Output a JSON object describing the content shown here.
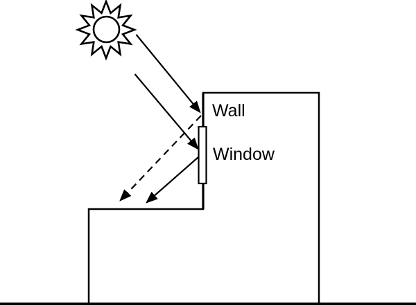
{
  "diagram": {
    "description": "Schematic of sunlight striking a building: two parallel solid rays from the sun hit the wall and the window; a dashed reflected ray and a solid reflected ray bounce down onto the lower roof ledge; ground line at bottom.",
    "labels": {
      "wall": "Wall",
      "window": "Window"
    },
    "colors": {
      "line": "#000000",
      "background": "#ffffff",
      "window_fill": "#ffffff",
      "sun_fill": "#ffffff"
    },
    "elements": [
      "sun",
      "incident-ray-to-wall",
      "incident-ray-to-window",
      "reflected-ray-dashed",
      "reflected-ray-solid",
      "building-outline",
      "wall-edge",
      "window",
      "lower-roof-ledge",
      "ground"
    ]
  }
}
